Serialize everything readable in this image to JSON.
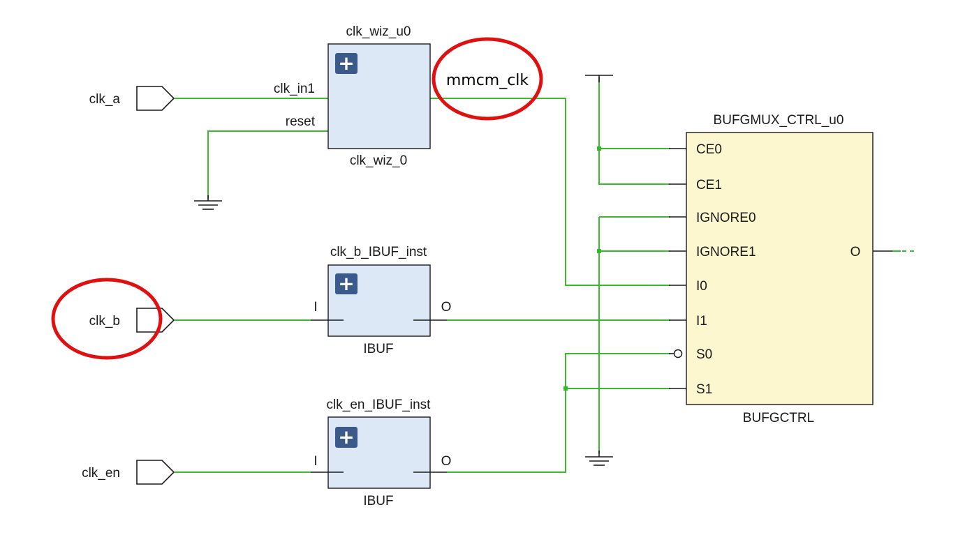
{
  "ports": {
    "clk_a": "clk_a",
    "clk_b": "clk_b",
    "clk_en": "clk_en"
  },
  "clk_wiz": {
    "instance": "clk_wiz_u0",
    "cell": "clk_wiz_0",
    "pin_clk_in1": "clk_in1",
    "pin_reset": "reset",
    "expand": "+"
  },
  "net_mmcm": "mmcm_clk",
  "ibuf_b": {
    "instance": "clk_b_IBUF_inst",
    "cell": "IBUF",
    "pin_in": "I",
    "pin_out": "O",
    "expand": "+"
  },
  "ibuf_en": {
    "instance": "clk_en_IBUF_inst",
    "cell": "IBUF",
    "pin_in": "I",
    "pin_out": "O",
    "expand": "+"
  },
  "mux": {
    "instance": "BUFGMUX_CTRL_u0",
    "cell": "BUFGCTRL",
    "pins": [
      "CE0",
      "CE1",
      "IGNORE0",
      "IGNORE1",
      "I0",
      "I1",
      "S0",
      "S1"
    ],
    "out": "O"
  },
  "colors": {
    "wire": "#3cba2f",
    "highlight": "#e01010",
    "ip_fill": "#dde8f6",
    "mux_fill": "#fdf7cf",
    "expand_button": "#3b5a8c"
  }
}
